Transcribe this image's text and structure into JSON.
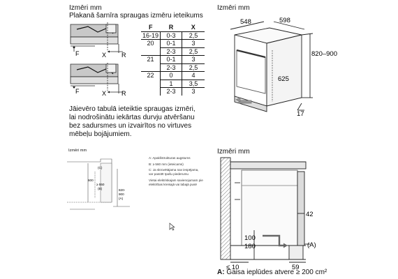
{
  "left": {
    "heading": "Izmēri mm",
    "subheading": "Plakanā šarnīra spraugas izmēru ieteikums",
    "labels": {
      "f": "F",
      "x": "X",
      "r": "R"
    },
    "table": {
      "headers": [
        "F",
        "R",
        "X"
      ],
      "rows": [
        [
          "16-19",
          "0-3",
          "2,5"
        ],
        [
          "20",
          "0-1",
          "3"
        ],
        [
          "",
          "2-3",
          "2,5"
        ],
        [
          "21",
          "0-1",
          "3"
        ],
        [
          "",
          "2-3",
          "2,5"
        ],
        [
          "22",
          "0",
          "4"
        ],
        [
          "",
          "1",
          "3,5"
        ],
        [
          "",
          "2-3",
          "3"
        ]
      ]
    },
    "paragraph": [
      "Jāievēro tabulā ieteiktie spraugas izmēri,",
      "lai nodrošinātu iekārtas durvju atvēršanu",
      "bez sadursmes un izvairītos no virtuves",
      "mēbeļu bojājumiem."
    ]
  },
  "top_right": {
    "heading": "Izmēri mm",
    "dims": {
      "depth": "548",
      "width": "598",
      "height": "820–900",
      "inner": "625",
      "offset": "17"
    }
  },
  "middle_left": {
    "heading": "Izmēri mm",
    "dims": {
      "c": "(C)",
      "d": "600",
      "b": "≥ 550",
      "b_label": "(B)",
      "h": "820-",
      "h2": "900",
      "a": "(A)"
    },
    "legend": [
      "A: Apakšstrukturas augstums",
      "B: ≥ 560 mm (ieteicams)",
      "C: Ja skrovētājama nav iespējama,",
      "   var pasūtīt īpašu piederumu",
      "Vietai elektriskajam savienojumam pie",
      "elektrības kreisajā vai labajā pusē"
    ]
  },
  "bottom_right": {
    "heading": "Izmēri mm",
    "dims": {
      "gap": "42",
      "h1": "100",
      "h2": "180",
      "a": "(A)",
      "left_gap": "≤ 10",
      "depth": "59"
    },
    "caption_bold": "A:",
    "caption": " Gaisa ieplūdes atvere ≥ 200 cm²"
  }
}
